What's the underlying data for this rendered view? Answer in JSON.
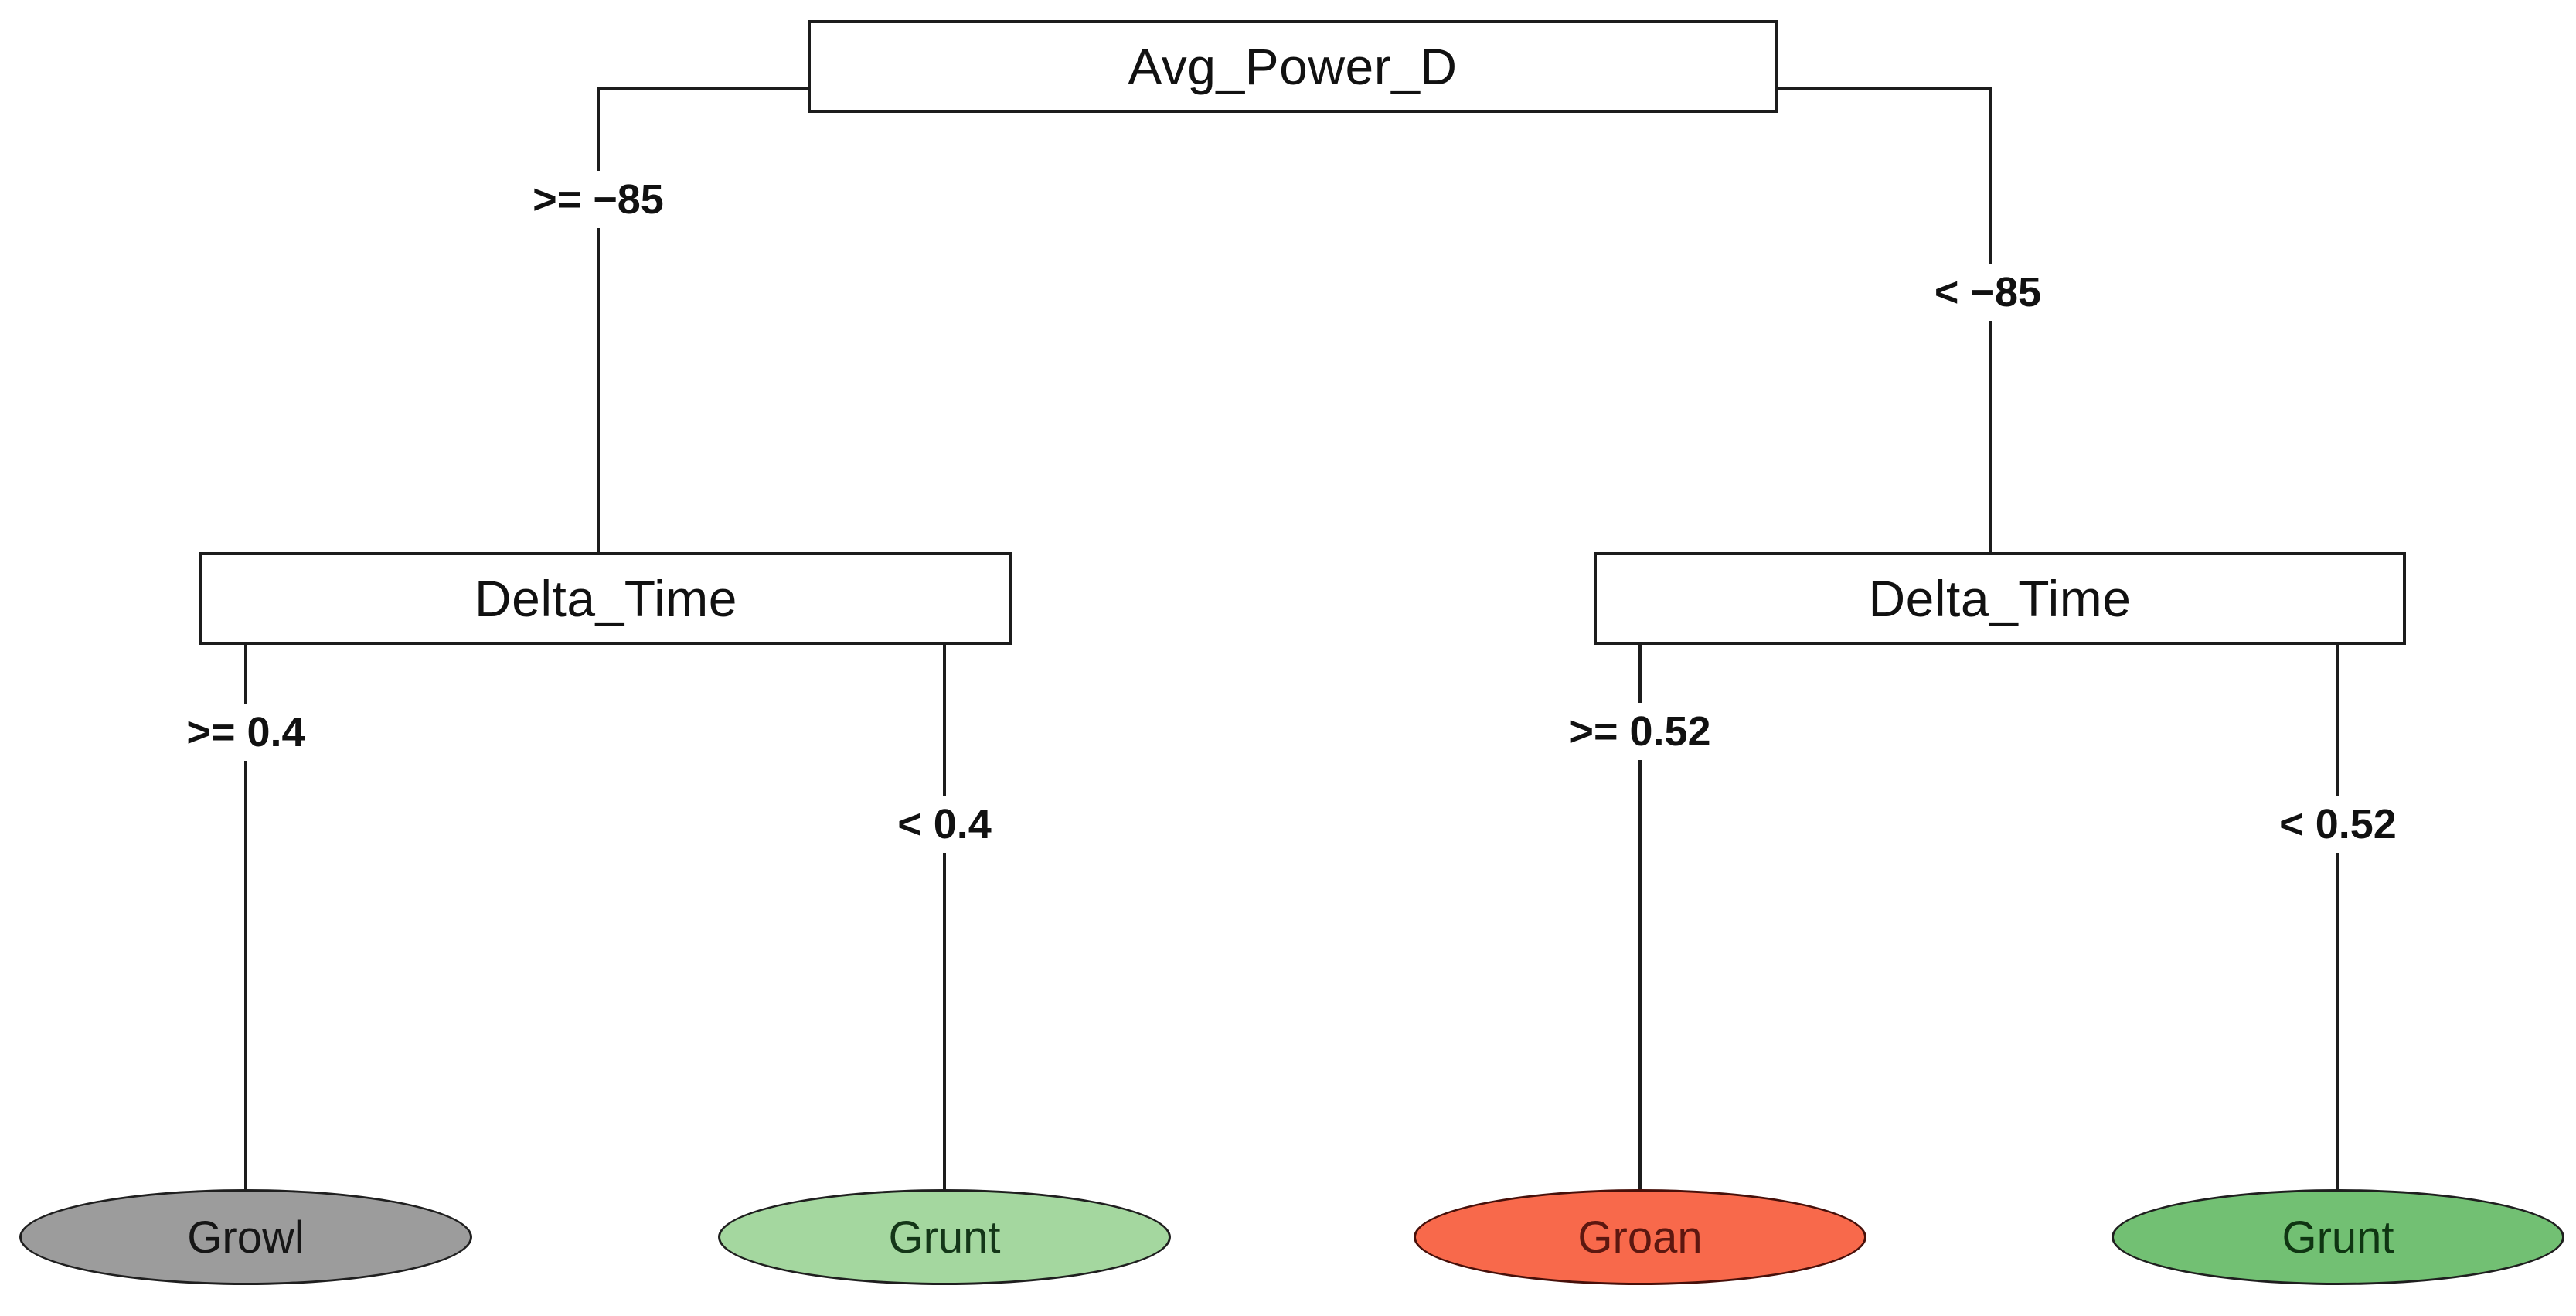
{
  "figure": {
    "background": "#ffffff",
    "line_color": "#1c1c1c",
    "type": "decision-tree"
  },
  "tree": {
    "root": {
      "label": "Avg_Power_D",
      "left_edge_label": ">= −85",
      "right_edge_label": "< −85"
    },
    "left_node": {
      "label": "Delta_Time",
      "left_edge_label": ">= 0.4",
      "right_edge_label": "< 0.4"
    },
    "right_node": {
      "label": "Delta_Time",
      "left_edge_label": ">= 0.52",
      "right_edge_label": "< 0.52"
    },
    "leaves": [
      {
        "label": "Growl",
        "fill": "#9c9c9c",
        "text_color": "#161616",
        "border_color": "#1f1f1f"
      },
      {
        "label": "Grunt",
        "fill": "#a4d79f",
        "text_color": "#143618",
        "border_color": "#1f1f1f"
      },
      {
        "label": "Groan",
        "fill": "#f8694b",
        "text_color": "#5c1710",
        "border_color": "#47100a"
      },
      {
        "label": "Grunt",
        "fill": "#72c073",
        "text_color": "#0f3512",
        "border_color": "#1f1f1f"
      }
    ]
  }
}
